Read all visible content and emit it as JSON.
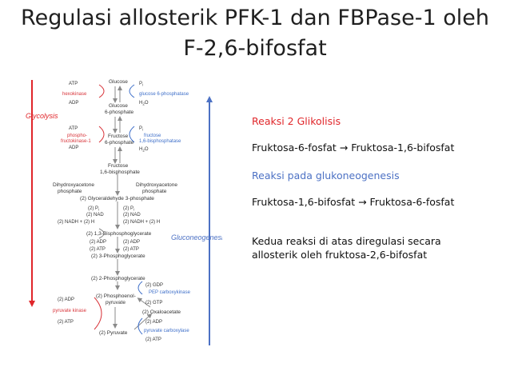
{
  "title": {
    "line1": "Regulasi allosterik PFK-1 dan FBPase-1 oleh",
    "line2": "F-2,6-bifosfat"
  },
  "diagram": {
    "glycolysis_label": "Glycolysis",
    "gluconeogenesis_label": "Gluconeogenesis",
    "metabolites": {
      "glucose": "Glucose",
      "g6p_1": "Glucose",
      "g6p_2": "6-phosphate",
      "f6p_1": "Fructose",
      "f6p_2": "6-phosphate",
      "f16bp_1": "Fructose",
      "f16bp_2": "1,6-bisphosphate",
      "dhap_l1": "Dihydroxyacetone",
      "dhap_l2": "phosphate",
      "dhap_r1": "Dihydroxyacetone",
      "dhap_r2": "phosphate",
      "g3p": "(2) Glyceraldehyde 3-phosphate",
      "bpg": "(2) 1,3-Bisphosphoglycerate",
      "pg3": "(2) 3-Phosphoglycerate",
      "pg2": "(2) 2-Phosphoglycerate",
      "pep_1": "(2) Phosphoenol-",
      "pep_2": "pyruvate",
      "oaa": "(2) Oxaloacetate",
      "pyruvate": "(2) Pyruvate"
    },
    "enzymes": {
      "hexokinase": "hexokinase",
      "g6pase": "glucose 6-phosphatase",
      "pfk1_1": "phospho-",
      "pfk1_2": "fructokinase-1",
      "fbpase1_1": "fructose",
      "fbpase1_2": "1,6-bisphosphatase",
      "pyruvate_kinase": "pyruvate kinase",
      "pepck": "PEP carboxykinase",
      "pyruvate_carboxylase": "pyruvate carboxylase"
    },
    "cofactors": {
      "atp": "ATP",
      "adp": "ADP",
      "pi": "P",
      "pi_sub": "i",
      "h2o": "H",
      "h2o_sub": "2",
      "h2o_end": "O",
      "two_pi": "(2) P",
      "two_pi_sub": "i",
      "two_nad": "(2) NAD",
      "two_nadh": "(2) NADH + (2) H",
      "two_adp": "(2) ADP",
      "two_atp": "(2) ATP",
      "two_gdp": "(2) GDP",
      "two_gtp": "(2) GTP"
    }
  },
  "annotations": {
    "reaksi2_label": "Reaksi 2 Glikolisis",
    "reaksi2_eq": "Fruktosa-6-fosfat → Fruktosa-1,6-bifosfat",
    "gluko_label": "Reaksi pada glukoneogenesis",
    "gluko_eq": "Fruktosa-1,6-bifosfat → Fruktosa-6-fosfat",
    "note_line1": "Kedua reaksi di atas diregulasi secara",
    "note_line2": "allosterik oleh fruktosa-2,6-bifosfat"
  },
  "colors": {
    "red": "#e0262a",
    "blue": "#4c71c4",
    "enzyme_red": "#d8343a",
    "enzyme_blue": "#3e6fc9"
  }
}
